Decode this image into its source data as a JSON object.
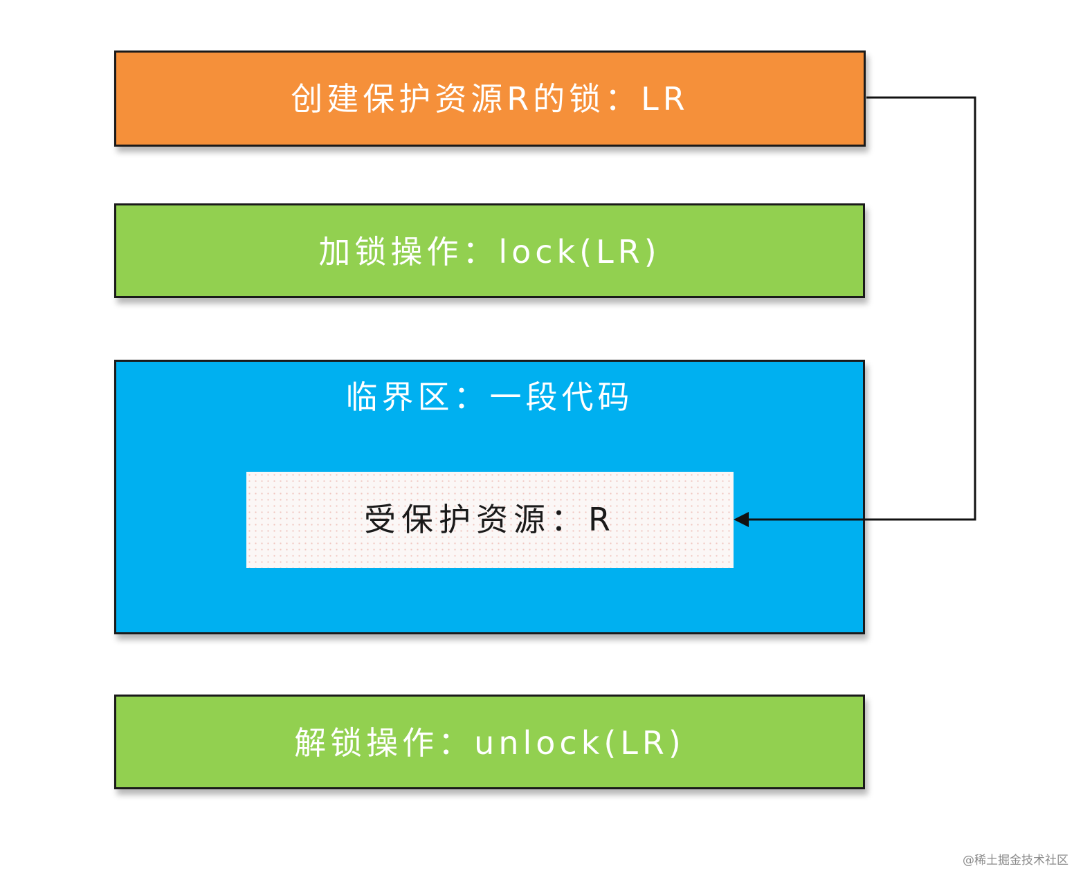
{
  "diagram": {
    "boxes": {
      "create_lock": {
        "label": "创建保护资源R的锁：LR",
        "color": "#f5903a"
      },
      "lock_op": {
        "label": "加锁操作：lock(LR)",
        "color": "#92d050"
      },
      "critical_section": {
        "label": "临界区：一段代码",
        "color": "#00b0f0",
        "protected_resource": {
          "label": "受保护资源：R",
          "color": "#fbf7f6"
        }
      },
      "unlock_op": {
        "label": "解锁操作：unlock(LR)",
        "color": "#92d050"
      }
    },
    "connector": {
      "from": "create_lock",
      "to": "protected_resource",
      "arrowhead": "arrow-left"
    }
  },
  "watermark": "@稀土掘金技术社区"
}
